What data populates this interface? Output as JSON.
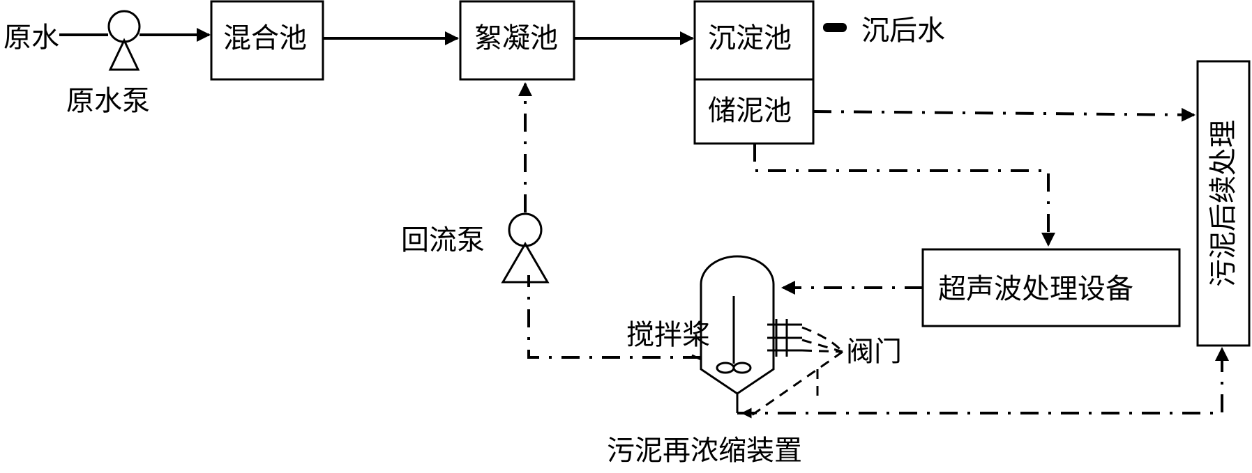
{
  "labels": {
    "raw_water": "原水",
    "raw_water_pump": "原水泵",
    "mixing_tank": "混合池",
    "flocculation_tank": "絮凝池",
    "sedimentation_tank": "沉淀池",
    "settled_water": "沉后水",
    "sludge_storage_tank": "储泥池",
    "sludge_post_treatment": "污泥后续处理",
    "reflux_pump": "回流泵",
    "ultrasonic_equipment": "超声波处理设备",
    "stirring_paddle": "搅拌桨",
    "valve": "阀门",
    "sludge_reconcentration_device": "污泥再浓缩装置"
  }
}
